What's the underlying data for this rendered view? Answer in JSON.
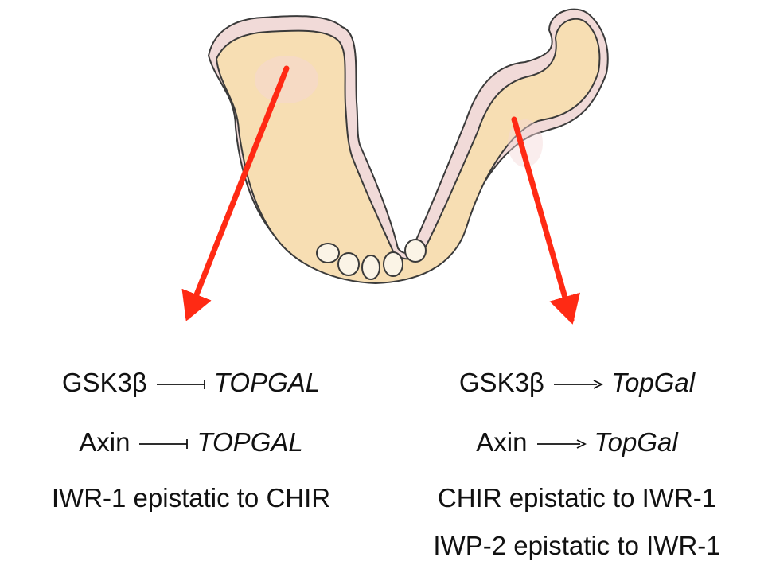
{
  "colors": {
    "tissue_fill": "#f7deb3",
    "tissue_stroke": "#3a3a3a",
    "epithelium_fill": "#f1dad8",
    "arrow_red": "#ff2a14",
    "text": "#111111"
  },
  "left_panel": {
    "lines": [
      {
        "subject": "GSK3β",
        "relation": "inhibits",
        "target": "TOPGAL"
      },
      {
        "subject": "Axin",
        "relation": "inhibits",
        "target": "TOPGAL"
      }
    ],
    "statements": [
      "IWR-1 epistatic to CHIR"
    ]
  },
  "right_panel": {
    "lines": [
      {
        "subject": "GSK3β",
        "relation": "activates",
        "target": "TopGal"
      },
      {
        "subject": "Axin",
        "relation": "activates",
        "target": "TopGal"
      }
    ],
    "statements": [
      "CHIR epistatic to IWR-1",
      "IWP-2 epistatic to IWR-1"
    ]
  }
}
